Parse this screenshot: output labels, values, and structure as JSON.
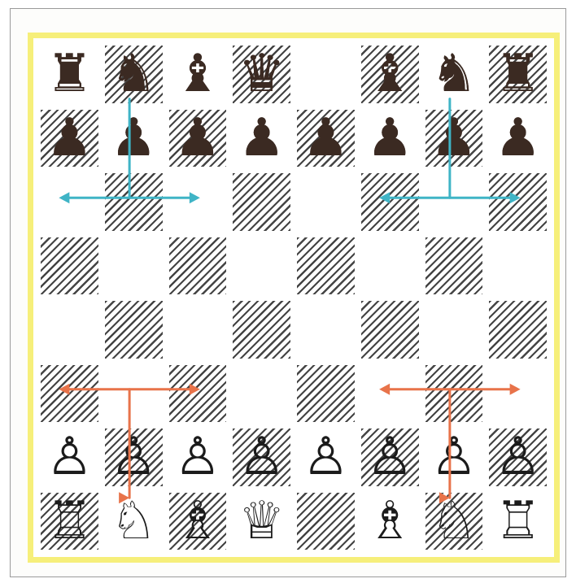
{
  "colors": {
    "border_yellow": "#f6ef7a",
    "black_piece": "#3b2a22",
    "white_piece_outline": "#1b1b1b",
    "hatch": "#2f2f2f",
    "arrow_black_moves": "#3fb4c6",
    "arrow_white_moves": "#e8734a"
  },
  "board": {
    "rows": [
      [
        "black-rook",
        "black-knight",
        "black-bishop",
        "black-queen",
        "",
        "black-bishop",
        "black-knight",
        "black-rook"
      ],
      [
        "black-pawn",
        "black-pawn",
        "black-pawn",
        "black-pawn",
        "black-pawn",
        "black-pawn",
        "black-pawn",
        "black-pawn"
      ],
      [
        "",
        "",
        "",
        "",
        "",
        "",
        "",
        ""
      ],
      [
        "",
        "",
        "",
        "",
        "",
        "",
        "",
        ""
      ],
      [
        "",
        "",
        "",
        "",
        "",
        "",
        "",
        ""
      ],
      [
        "",
        "",
        "",
        "",
        "",
        "",
        "",
        ""
      ],
      [
        "white-pawn",
        "white-pawn",
        "white-pawn",
        "white-pawn",
        "white-pawn",
        "white-pawn",
        "white-pawn",
        "white-pawn"
      ],
      [
        "white-rook",
        "white-knight",
        "white-bishop",
        "white-queen",
        "",
        "white-bishop",
        "white-knight",
        "white-rook"
      ]
    ]
  },
  "knight_moves": [
    {
      "color": "black",
      "from": [
        0,
        1
      ],
      "branch_row": 2,
      "targets": [
        [
          2,
          0
        ],
        [
          2,
          2
        ]
      ]
    },
    {
      "color": "black",
      "from": [
        0,
        6
      ],
      "branch_row": 2,
      "targets": [
        [
          2,
          5
        ],
        [
          2,
          7
        ]
      ]
    },
    {
      "color": "white",
      "from": [
        7,
        1
      ],
      "branch_row": 5,
      "targets": [
        [
          5,
          0
        ],
        [
          5,
          2
        ]
      ]
    },
    {
      "color": "white",
      "from": [
        7,
        6
      ],
      "branch_row": 5,
      "targets": [
        [
          5,
          5
        ],
        [
          5,
          7
        ]
      ]
    }
  ]
}
